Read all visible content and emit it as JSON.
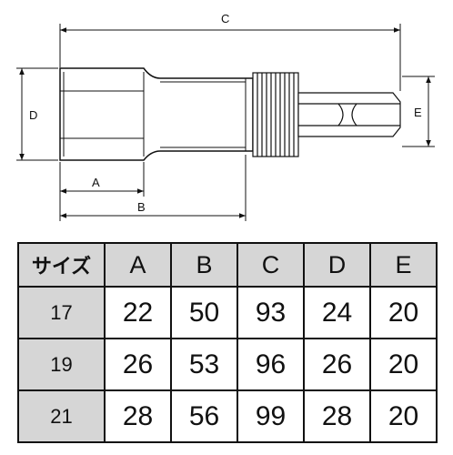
{
  "drawing": {
    "dim_labels": {
      "a": "A",
      "b": "B",
      "c": "C",
      "d": "D",
      "e": "E"
    }
  },
  "table": {
    "headers": [
      "サイズ",
      "A",
      "B",
      "C",
      "D",
      "E"
    ],
    "rows": [
      [
        "17",
        "22",
        "50",
        "93",
        "24",
        "20"
      ],
      [
        "19",
        "26",
        "53",
        "96",
        "26",
        "20"
      ],
      [
        "21",
        "28",
        "56",
        "99",
        "28",
        "20"
      ]
    ]
  }
}
